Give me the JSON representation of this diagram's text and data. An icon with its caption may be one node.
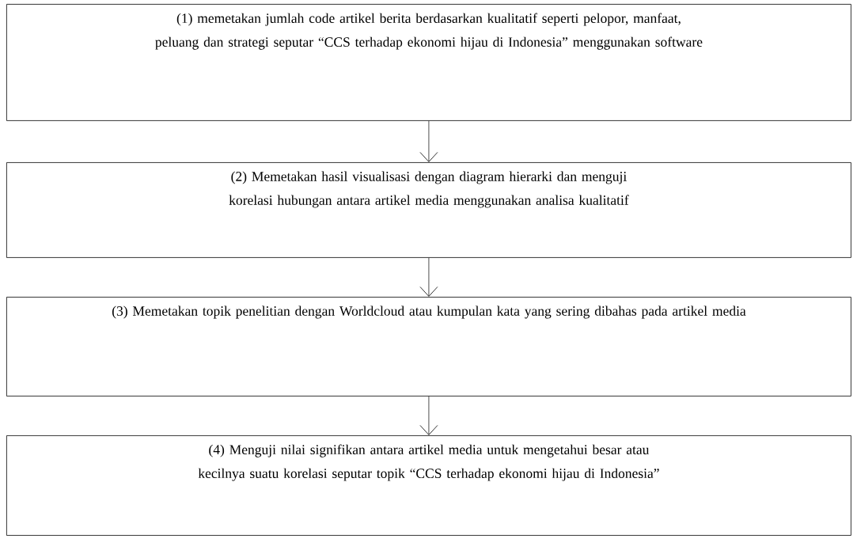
{
  "diagram": {
    "nodes": [
      {
        "text": [
          "(1) memetakan jumlah code artikel berita berdasarkan kualitatif seperti pelopor, manfaat, peluang dan strategi seputar “CCS terhadap ekonomi hijau di Indonesia” menggunakan software"
        ]
      },
      {
        "text": [
          "(2) Memetakan hasil visualisasi dengan diagram hierarki dan menguji korelasi hubungan antara artikel media menggunakan analisa kualitatif"
        ]
      },
      {
        "text": [
          "(3) Memetakan topik penelitian dengan Worldcloud atau kumpulan kata yang sering dibahas pada artikel media"
        ]
      },
      {
        "text": [
          "(4) Menguji nilai signifikan antara artikel media untuk mengetahui besar atau kecilnya suatu korelasi seputar topik “CCS terhadap ekonomi hijau di Indonesia”"
        ]
      }
    ],
    "edges": [
      {
        "from": 0,
        "to": 1,
        "arrow": "to"
      },
      {
        "from": 1,
        "to": 2,
        "arrow": "to"
      },
      {
        "from": 2,
        "to": 3,
        "arrow": "to"
      }
    ]
  }
}
